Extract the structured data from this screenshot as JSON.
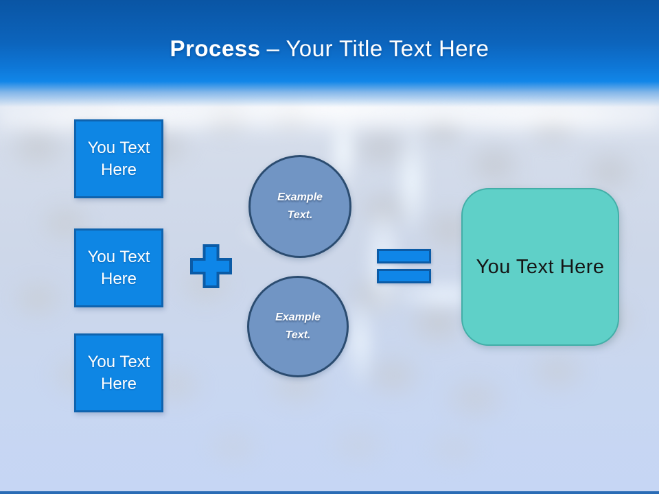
{
  "title": {
    "keyword": "Process",
    "separator": "–",
    "text": "Your Title Text Here"
  },
  "boxes": [
    {
      "label": "You Text Here"
    },
    {
      "label": "You Text Here"
    },
    {
      "label": "You Text Here"
    }
  ],
  "operators": {
    "plus": "plus-icon",
    "equals": "equals-icon"
  },
  "circles": [
    {
      "label": "Example Text."
    },
    {
      "label": "Example Text."
    }
  ],
  "result": {
    "label": "You Text Here"
  },
  "colors": {
    "header_top": "#0a55a4",
    "header_bottom": "#1186e8",
    "shape_blue_fill": "#0e86e4",
    "shape_blue_border": "#0f63ae",
    "circle_fill": "#7195c4",
    "circle_border": "#2b4c70",
    "result_fill": "#5fd0c8",
    "result_border": "#42aea7",
    "title_text": "#ffffff",
    "bottom_bar": "#2a6cb5"
  }
}
